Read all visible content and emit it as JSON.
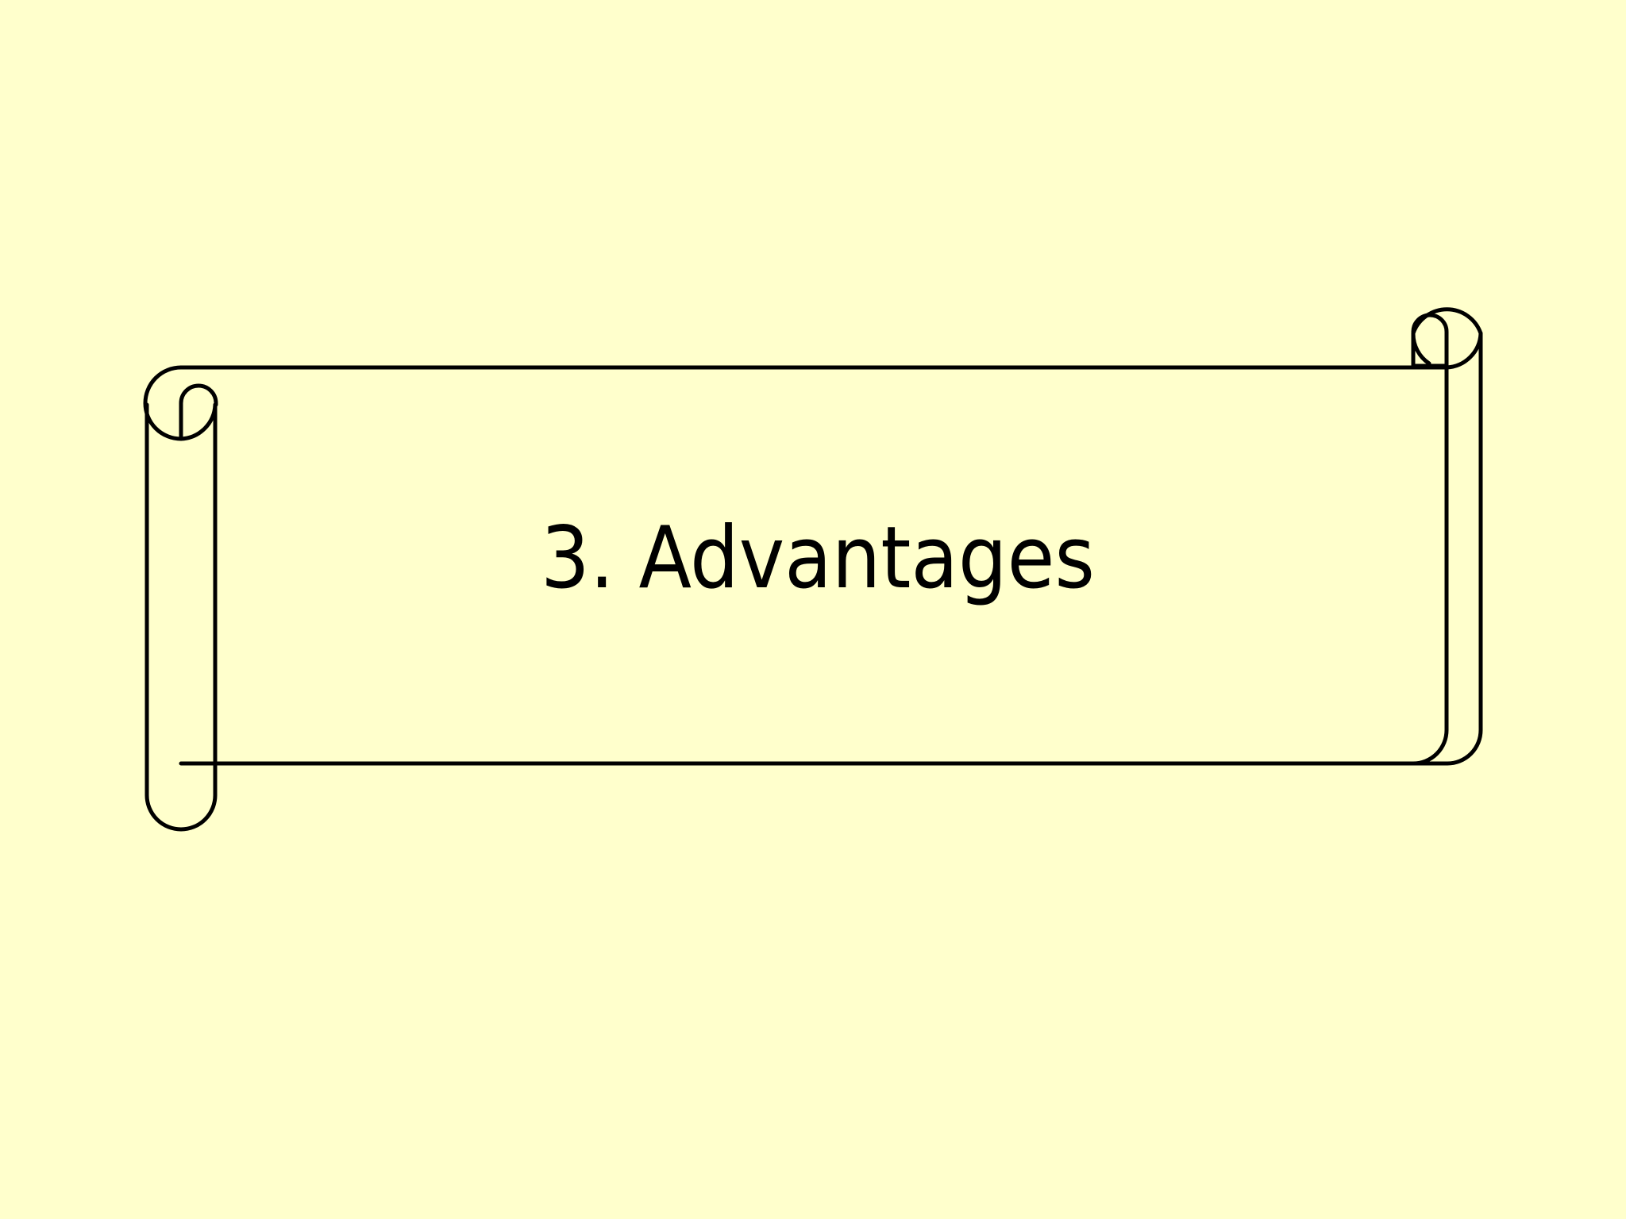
{
  "slide": {
    "background_color": "#FFFFCC",
    "ink_color": "#000000",
    "title": "3. Advantages",
    "shape_name": "horizontal-scroll-banner"
  },
  "banner": {
    "label": "3. Advantages",
    "stroke_color": "#000000",
    "fill_color": "#FFFFCC",
    "stroke_width": "5"
  }
}
